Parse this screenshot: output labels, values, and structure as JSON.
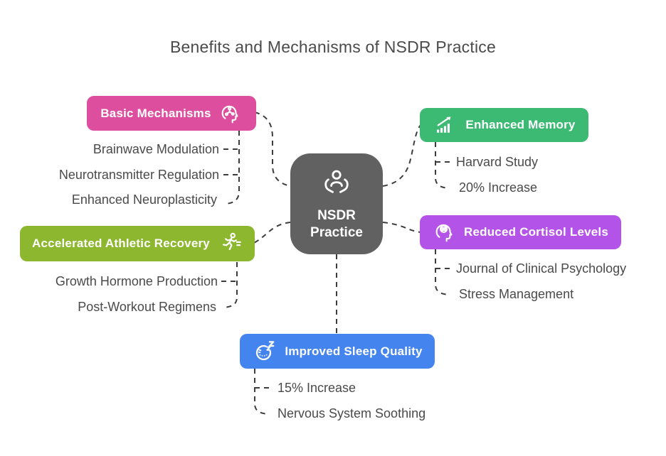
{
  "title": "Benefits and Mechanisms of NSDR Practice",
  "colors": {
    "center": "#616161",
    "basic_mechanisms": "#dd4f9e",
    "enhanced_memory": "#3cba74",
    "reduced_cortisol": "#b453e8",
    "athletic_recovery": "#8cb72f",
    "improved_sleep": "#4484ef",
    "connector": "#3d3d3d",
    "text": "#4a4a4a"
  },
  "connector_color": "#3d3d3d",
  "center": {
    "icon": "person-care-icon",
    "label_line1": "NSDR",
    "label_line2": "Practice"
  },
  "branches": [
    {
      "id": "basic-mechanisms",
      "label": "Basic Mechanisms",
      "icon": "head-mechanism-icon",
      "color": "#dd4f9e",
      "children": [
        "Brainwave Modulation",
        "Neurotransmitter Regulation",
        "Enhanced Neuroplasticity"
      ]
    },
    {
      "id": "enhanced-memory",
      "label": "Enhanced Memory",
      "icon": "chart-growth-icon",
      "color": "#3cba74",
      "children": [
        "Harvard Study",
        "20% Increase"
      ]
    },
    {
      "id": "accelerated-athletic-recovery",
      "label": "Accelerated Athletic Recovery",
      "icon": "runner-icon",
      "color": "#8cb72f",
      "children": [
        "Growth Hormone Production",
        "Post-Workout Regimens"
      ]
    },
    {
      "id": "reduced-cortisol-levels",
      "label": "Reduced Cortisol Levels",
      "icon": "head-slash-icon",
      "color": "#b453e8",
      "children": [
        "Journal of Clinical Psychology",
        "Stress Management"
      ]
    },
    {
      "id": "improved-sleep-quality",
      "label": "Improved Sleep Quality",
      "icon": "snooze-icon",
      "color": "#4484ef",
      "children": [
        "15% Increase",
        "Nervous System Soothing"
      ]
    }
  ]
}
